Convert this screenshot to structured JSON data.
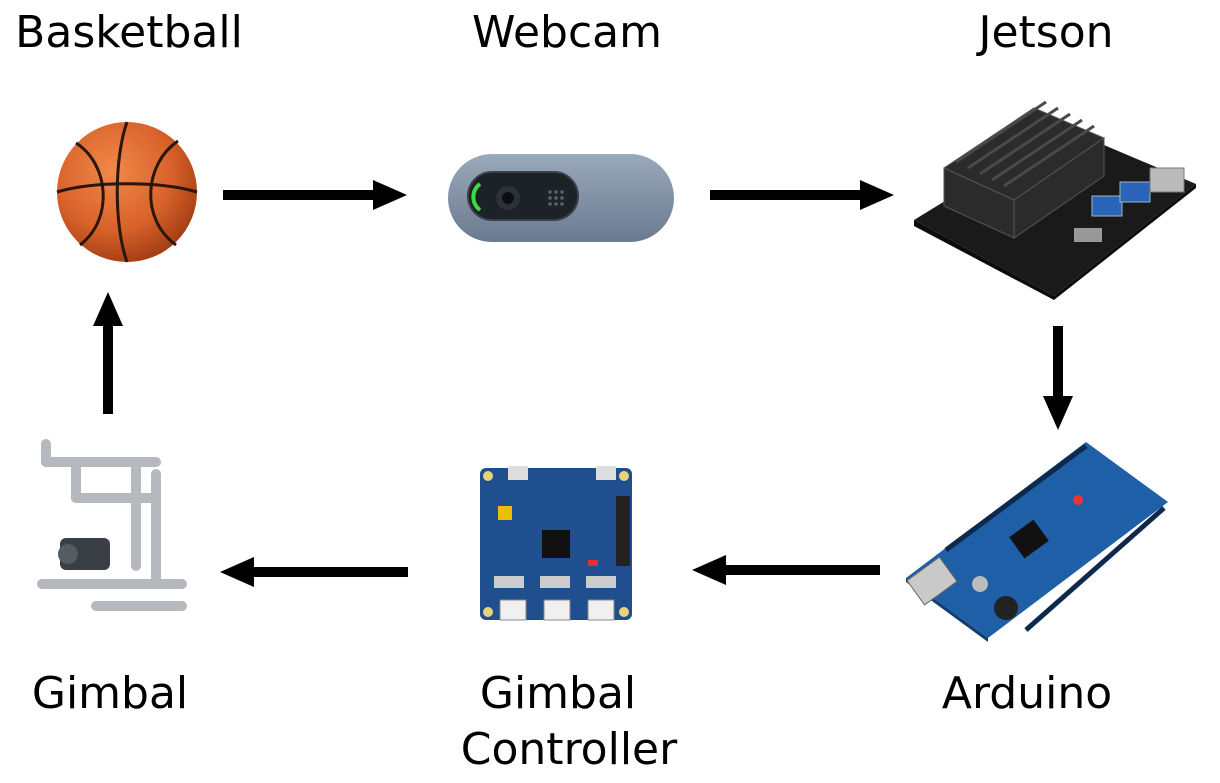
{
  "diagram": {
    "nodes": [
      {
        "id": "basketball",
        "label": "Basketball",
        "icon": "basketball-icon"
      },
      {
        "id": "webcam",
        "label": "Webcam",
        "icon": "webcam-icon"
      },
      {
        "id": "jetson",
        "label": "Jetson",
        "icon": "jetson-board-icon"
      },
      {
        "id": "arduino",
        "label": "Arduino",
        "icon": "arduino-board-icon"
      },
      {
        "id": "gimbal_controller",
        "label_line1": "Gimbal",
        "label_line2": "Controller",
        "icon": "gimbal-controller-board-icon"
      },
      {
        "id": "gimbal",
        "label": "Gimbal",
        "icon": "gimbal-icon"
      }
    ],
    "edges": [
      {
        "from": "basketball",
        "to": "webcam"
      },
      {
        "from": "webcam",
        "to": "jetson"
      },
      {
        "from": "jetson",
        "to": "arduino"
      },
      {
        "from": "arduino",
        "to": "gimbal_controller"
      },
      {
        "from": "gimbal_controller",
        "to": "gimbal"
      },
      {
        "from": "gimbal",
        "to": "basketball"
      }
    ],
    "colors": {
      "arrow": "#000000",
      "ball": "#d9622a",
      "webcam_body": "#7f8ea3",
      "board_blue": "#1f5fa8",
      "jetson_black": "#1c1c1c"
    }
  }
}
